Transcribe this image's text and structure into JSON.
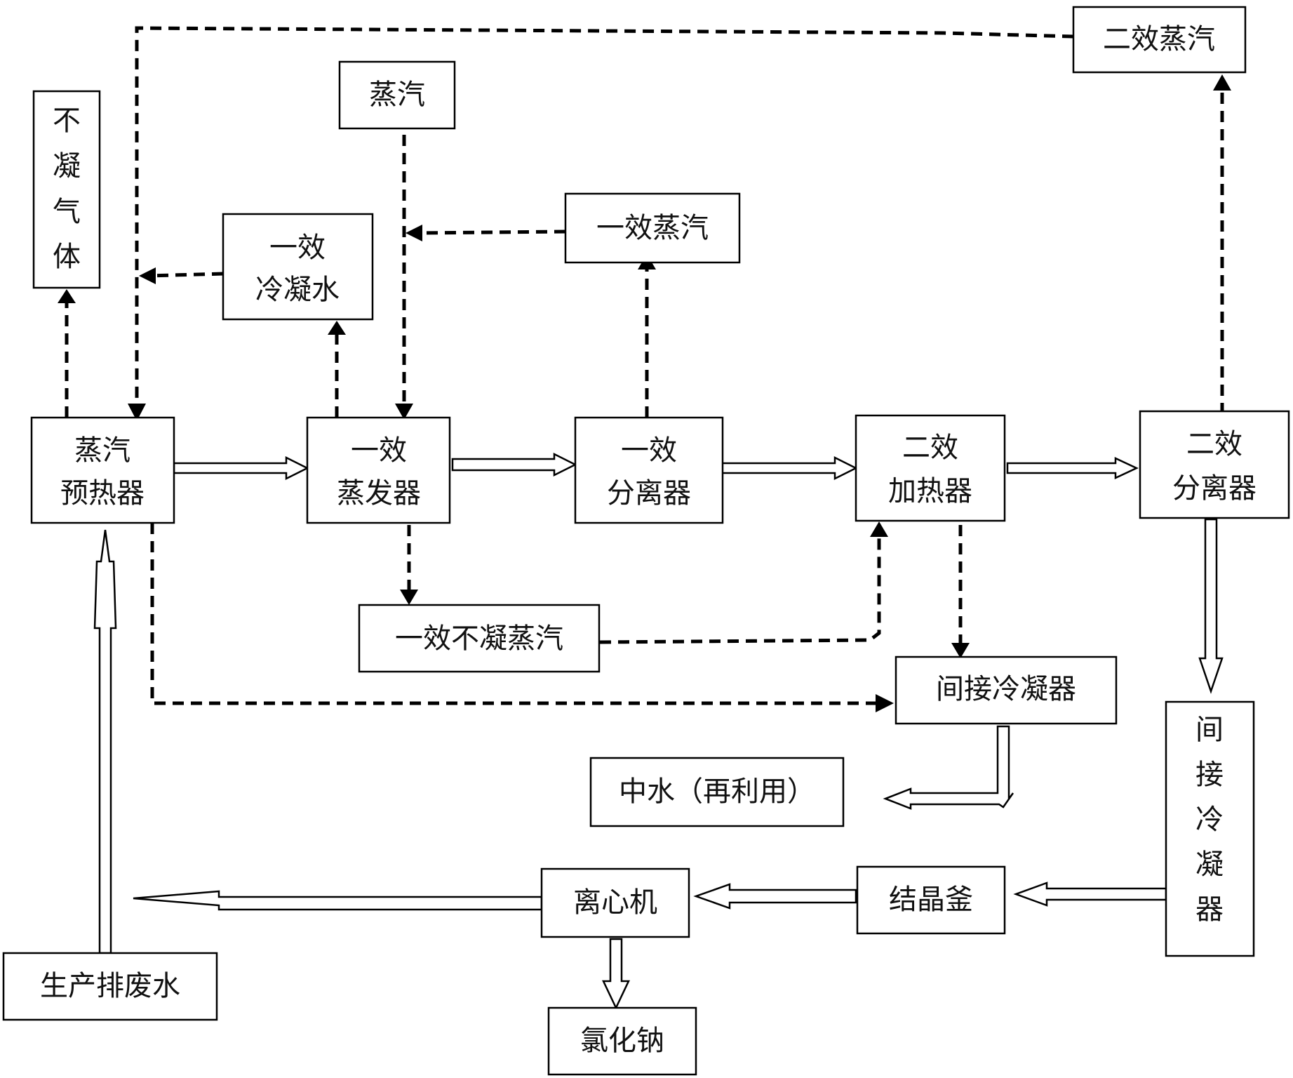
{
  "nodes": {
    "secondary_steam": "二效蒸汽",
    "steam": "蒸汽",
    "non_condensable_gas": [
      "不",
      "凝",
      "气",
      "体"
    ],
    "first_effect_condensate": [
      "一效",
      "冷凝水"
    ],
    "first_effect_steam": "一效蒸汽",
    "steam_preheater": [
      "蒸汽",
      "预热器"
    ],
    "first_effect_evaporator": [
      "一效",
      "蒸发器"
    ],
    "first_effect_separator": [
      "一效",
      "分离器"
    ],
    "second_effect_heater": [
      "二效",
      "加热器"
    ],
    "second_effect_separator": [
      "二效",
      "分离器"
    ],
    "first_effect_noncond_steam": "一效不凝蒸汽",
    "indirect_condenser_1": "间接冷凝器",
    "indirect_condenser_2": [
      "间",
      "接",
      "冷",
      "凝",
      "器"
    ],
    "middle_water": "中水（再利用）",
    "crystallizer": "结晶釜",
    "centrifuge": "离心机",
    "wastewater": "生产排废水",
    "sodium_chloride": "氯化钠"
  },
  "colors": {
    "line": "#000000",
    "fill": "#ffffff",
    "text": "#111111"
  }
}
